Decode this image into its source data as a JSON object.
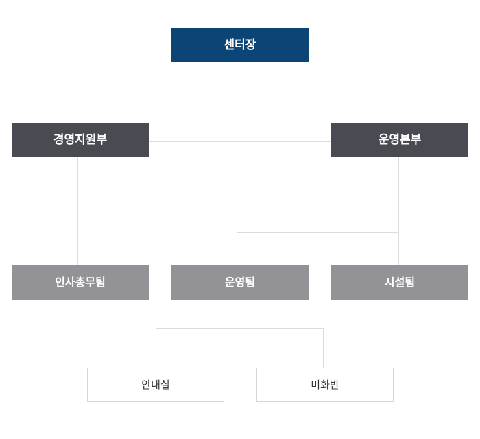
{
  "org_chart": {
    "director": "센터장",
    "divisions": {
      "management_support": "경영지원부",
      "operations_headquarters": "운영본부"
    },
    "teams": {
      "hr_general_affairs": "인사총무팀",
      "operations": "운영팀",
      "facilities": "시설팀"
    },
    "units": {
      "information_desk": "안내실",
      "beautification": "미화반"
    }
  },
  "colors": {
    "director_box": "#0d4476",
    "division_box": "#4a4b52",
    "team_box": "#929297",
    "unit_box_border": "#d8d8d8",
    "connector": "#dcdcdc"
  }
}
